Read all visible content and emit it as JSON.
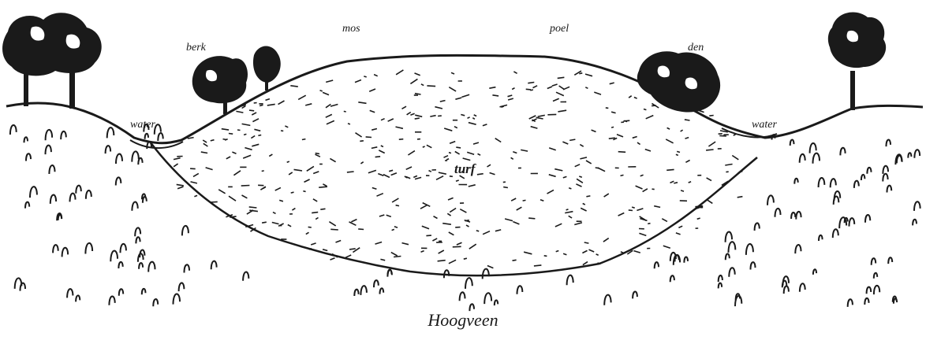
{
  "diagram": {
    "labels": {
      "berk": "berk",
      "mos": "mos",
      "poel": "poel",
      "den": "den",
      "water_left": "water",
      "water_right": "water",
      "turf": "turf"
    },
    "caption": "Hoogveen",
    "colors": {
      "ink": "#1a1a1a",
      "paper": "#ffffff"
    }
  }
}
